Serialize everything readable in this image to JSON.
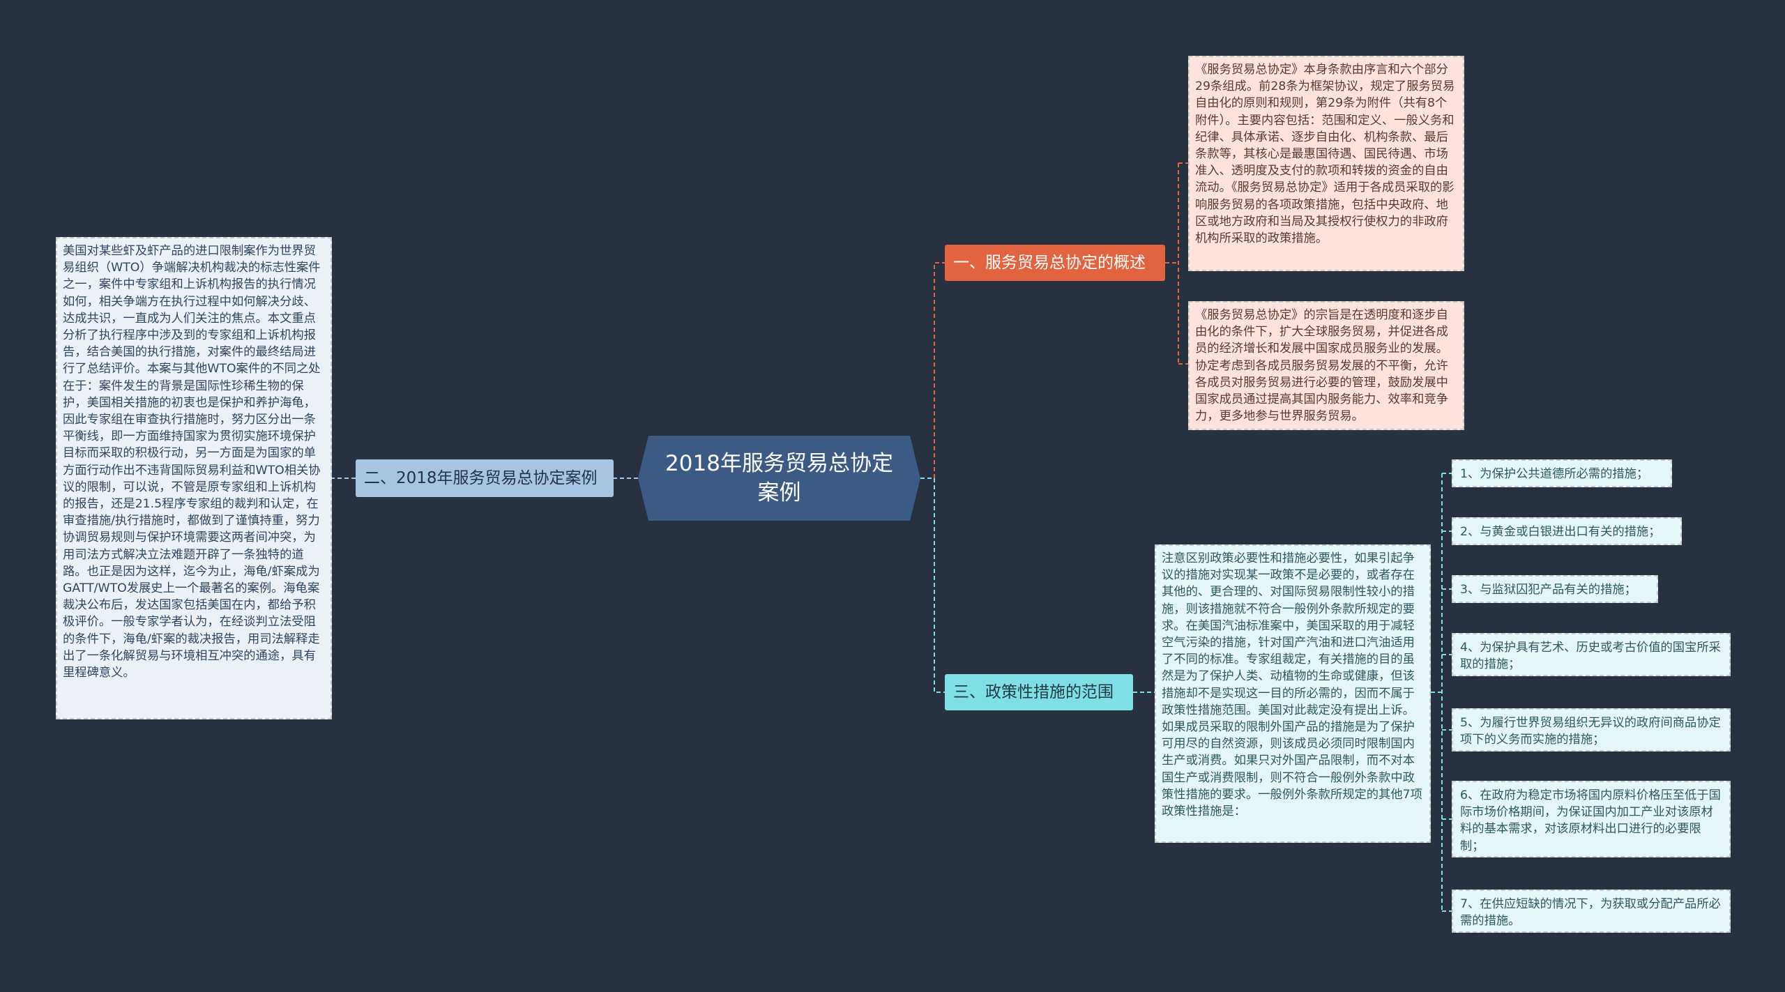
{
  "center": {
    "title": "2018年服务贸易总协定案例"
  },
  "branches": {
    "b1": "一、服务贸易总协定的概述",
    "b2": "二、2018年服务贸易总协定案例",
    "b3": "三、政策性措施的范围"
  },
  "topics": {
    "t1": "《服务贸易总协定》本身条款由序言和六个部分29条组成。前28条为框架协议，规定了服务贸易自由化的原则和规则，第29条为附件（共有8个附件）。主要内容包括：范围和定义、一般义务和纪律、具体承诺、逐步自由化、机构条款、最后条款等，其核心是最惠国待遇、国民待遇、市场准入、透明度及支付的款项和转拨的资金的自由流动。《服务贸易总协定》适用于各成员采取的影响服务贸易的各项政策措施，包括中央政府、地区或地方政府和当局及其授权行使权力的非政府机构所采取的政策措施。",
    "t2": "《服务贸易总协定》的宗旨是在透明度和逐步自由化的条件下，扩大全球服务贸易，并促进各成员的经济增长和发展中国家成员服务业的发展。协定考虑到各成员服务贸易发展的不平衡，允许各成员对服务贸易进行必要的管理，鼓励发展中国家成员通过提高其国内服务能力、效率和竞争力，更多地参与世界服务贸易。",
    "t3": "美国对某些虾及虾产品的进口限制案作为世界贸易组织（WTO）争端解决机构裁决的标志性案件之一，案件中专家组和上诉机构报告的执行情况如何，相关争端方在执行过程中如何解决分歧、达成共识，一直成为人们关注的焦点。本文重点分析了执行程序中涉及到的专家组和上诉机构报告，结合美国的执行措施，对案件的最终结局进行了总结评价。本案与其他WTO案件的不同之处在于：案件发生的背景是国际性珍稀生物的保护，美国相关措施的初衷也是保护和养护海龟，因此专家组在审查执行措施时，努力区分出一条平衡线，即一方面维持国家为贯彻实施环境保护目标而采取的积极行动，另一方面是为国家的单方面行动作出不违背国际贸易利益和WTO相关协议的限制，可以说，不管是原专家组和上诉机构的报告，还是21.5程序专家组的裁判和认定，在审查措施/执行措施时，都做到了谨慎持重，努力协调贸易规则与保护环境需要这两者间冲突，为用司法方式解决立法难题开辟了一条独特的道路。也正是因为这样，迄今为止，海龟/虾案成为GATT/WTO发展史上一个最著名的案例。海龟案裁决公布后，发达国家包括美国在内，都给予积极评价。一般专家学者认为，在经谈判立法受阻的条件下，海龟/虾案的裁决报告，用司法解释走出了一条化解贸易与环境相互冲突的通途，具有里程碑意义。",
    "t4": "注意区别政策必要性和措施必要性，如果引起争议的措施对实现某一政策不是必要的，或者存在其他的、更合理的、对国际贸易限制性较小的措施，则该措施就不符合一般例外条款所规定的要求。在美国汽油标准案中，美国采取的用于减轻空气污染的措施，针对国产汽油和进口汽油适用了不同的标准。专家组裁定，有关措施的目的虽然是为了保护人类、动植物的生命或健康，但该措施却不是实现这一目的所必需的，因而不属于政策性措施范围。美国对此裁定没有提出上诉。如果成员采取的限制外国产品的措施是为了保护可用尽的自然资源，则该成员必须同时限制国内生产或消费。如果只对外国产品限制，而不对本国生产或消费限制，则不符合一般例外条款中政策性措施的要求。一般例外条款所规定的其他7项政策性措施是："
  },
  "leaves": [
    "1、为保护公共道德所必需的措施；",
    "2、与黄金或白银进出口有关的措施；",
    "3、与监狱囚犯产品有关的措施；",
    "4、为保护具有艺术、历史或考古价值的国宝所采取的措施；",
    "5、为履行世界贸易组织无异议的政府间商品协定项下的义务而实施的措施；",
    "6、在政府为稳定市场将国内原料价格压至低于国际市场价格期间，为保证国内加工产业对该原材料的基本需求，对该原材料出口进行的必要限制；",
    "7、在供应短缺的情况下，为获取或分配产品所必需的措施。"
  ],
  "colors": {
    "background": "#283140",
    "center": "#3b5b85",
    "branch1": "#e2633f",
    "branch2": "#a8c4e3",
    "branch3": "#7ee0e4"
  }
}
